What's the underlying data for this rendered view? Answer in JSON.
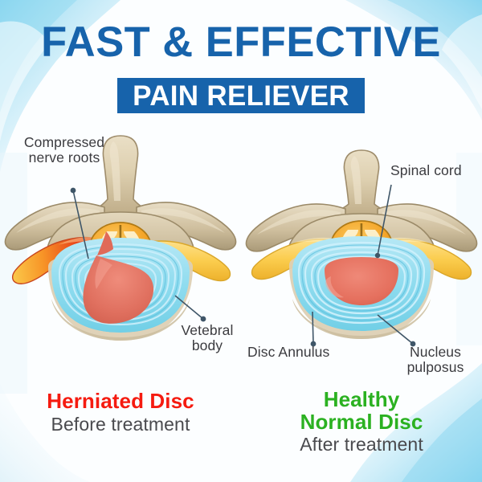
{
  "headline": {
    "line1": "FAST & EFFECTIVE",
    "banner": "PAIN RELIEVER"
  },
  "colors": {
    "brand_blue": "#1763ab",
    "banner_bg": "#1763ab",
    "banner_text": "#ffffff",
    "herniated_red": "#f51b10",
    "healthy_green": "#2bb121",
    "caption_gray": "#4a4a4e",
    "callout_gray": "#3b3b3f",
    "background": "#fbfdfe",
    "watercolor_blue": "#8fd8ef",
    "bone_tan": "#ddcdae",
    "bone_shadow": "#a89878",
    "nerve_yellow": "#fbd04f",
    "nerve_compressed_red": "#ea3b1c",
    "cord_orange": "#f5a623",
    "cord_inner": "#fbe9b0",
    "annulus_cyan": "#8fdcef",
    "nucleus_salmon": "#e8705f",
    "leader_line": "#3f5668"
  },
  "callouts": {
    "compressed_nerve_roots": "Compressed\nnerve roots",
    "spinal_cord": "Spinal cord",
    "vetebral_body": "Vetebral\nbody",
    "disc_annulus": "Disc Annulus",
    "nucleus_pulposus": "Nucleus\npulposus"
  },
  "captions": {
    "left": {
      "title": "Herniated Disc",
      "subtitle": "Before treatment"
    },
    "right": {
      "title": "Healthy\nNormal Disc",
      "subtitle": "After treatment"
    }
  },
  "diagrams": [
    {
      "side": "left",
      "name": "herniated-disc-vertebra",
      "state": "herniated",
      "labels": [
        "Compressed\nnerve roots",
        "Vetebral\nbody"
      ]
    },
    {
      "side": "right",
      "name": "healthy-disc-vertebra",
      "state": "healthy",
      "labels": [
        "Spinal cord",
        "Disc Annulus",
        "Nucleus\npulposus"
      ]
    }
  ]
}
